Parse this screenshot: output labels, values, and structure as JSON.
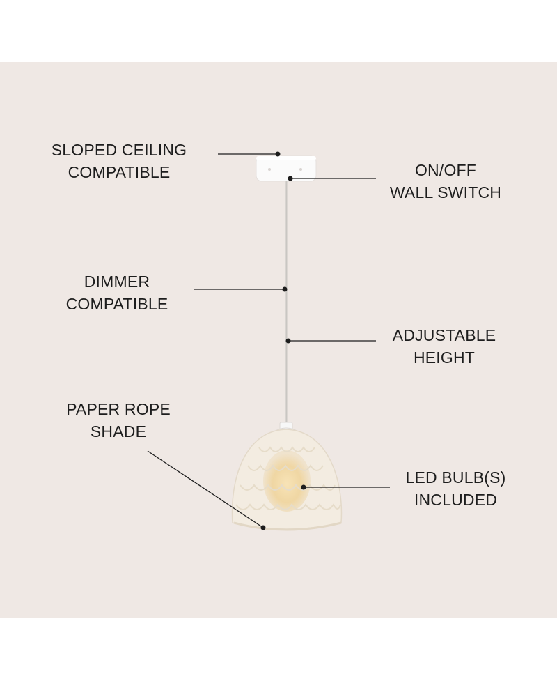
{
  "features": {
    "sloped_ceiling": {
      "line1": "SLOPED CEILING",
      "line2": "COMPATIBLE"
    },
    "wall_switch": {
      "line1": "ON/OFF",
      "line2": "WALL SWITCH"
    },
    "dimmer": {
      "line1": "DIMMER",
      "line2": "COMPATIBLE"
    },
    "adjustable": {
      "line1": "ADJUSTABLE",
      "line2": "HEIGHT"
    },
    "shade": {
      "line1": "PAPER ROPE",
      "line2": "SHADE"
    },
    "bulb": {
      "line1": "LED BULB(S)",
      "line2": "INCLUDED"
    }
  },
  "colors": {
    "background": "#efe8e4",
    "text": "#1d1d1d",
    "rope_shade": "#f3ece1",
    "bulb_glow": "#f4d9a3"
  }
}
